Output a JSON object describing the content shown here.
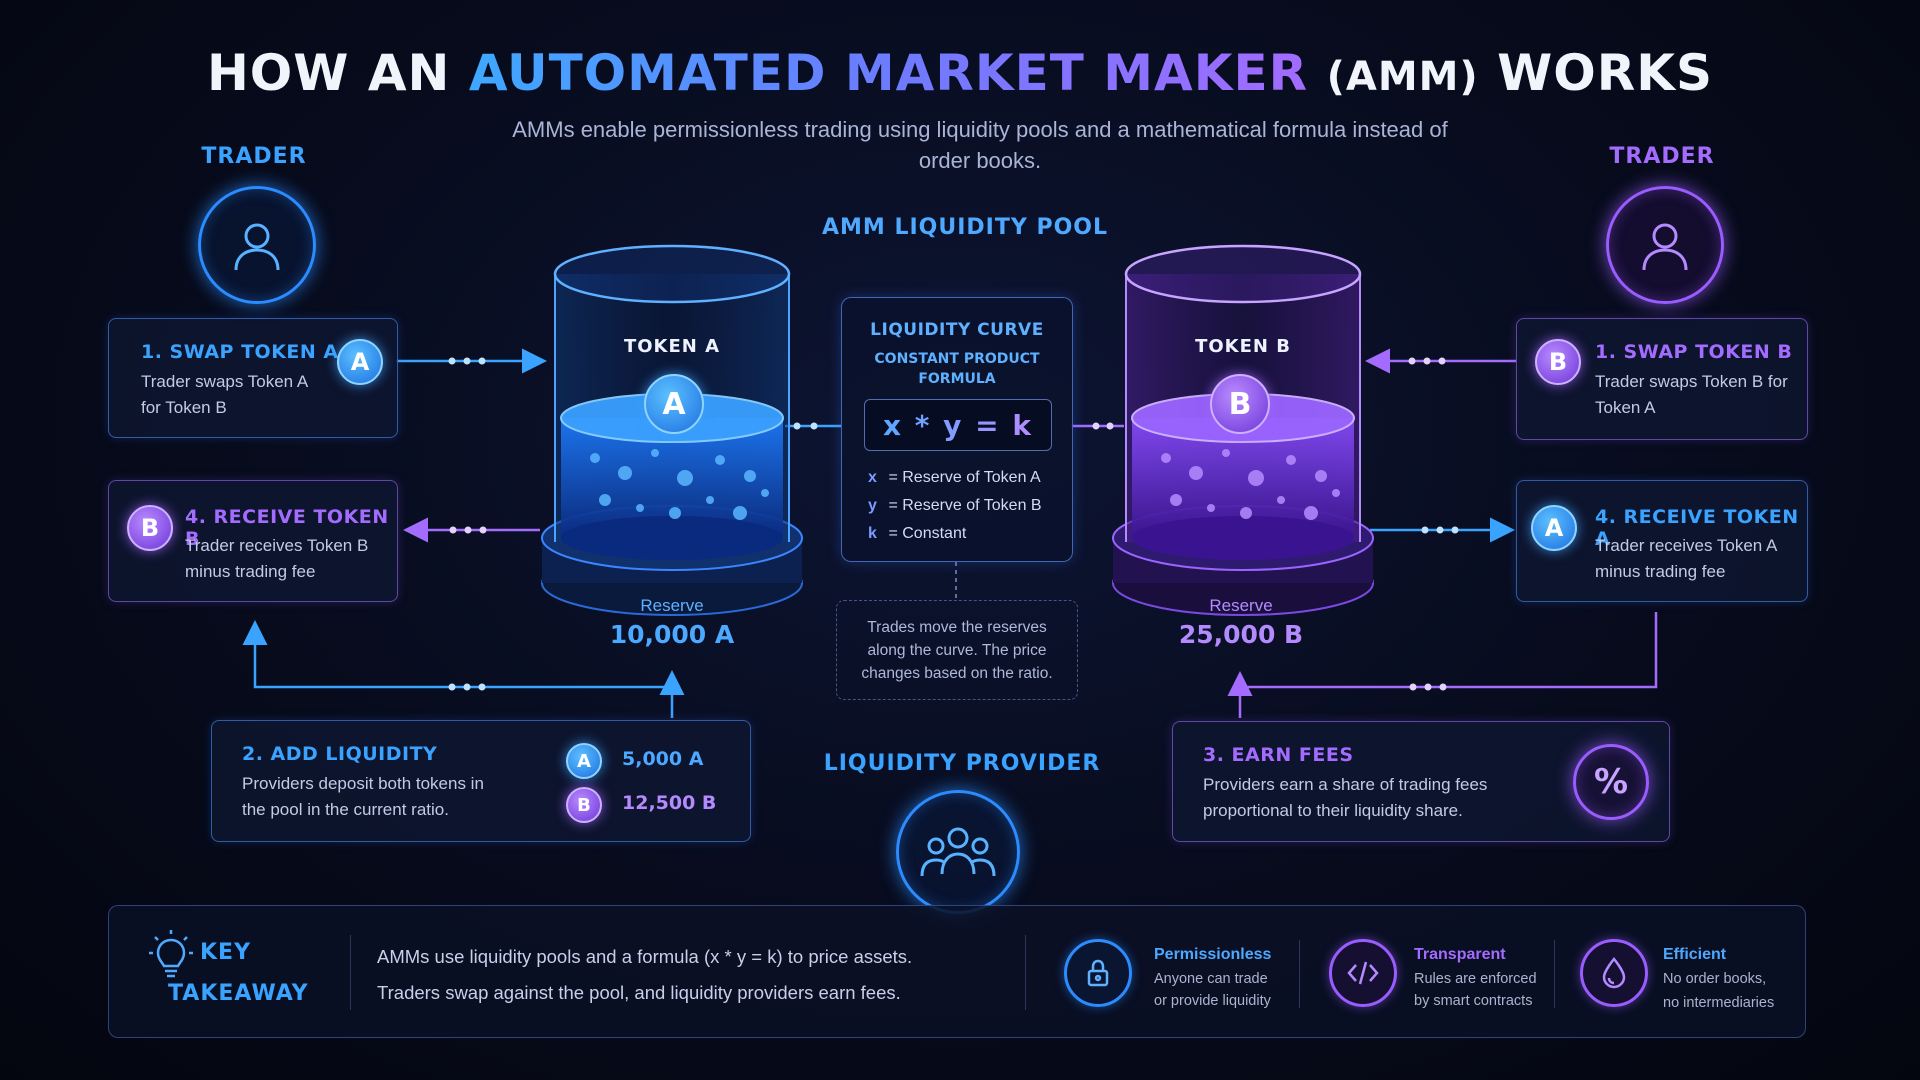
{
  "title": {
    "part1": "HOW AN ",
    "highlight": "AUTOMATED MARKET MAKER",
    "part2": "(AMM)",
    "part3": " WORKS"
  },
  "subtitle": "AMMs enable permissionless trading using liquidity pools and a mathematical formula instead of order books.",
  "trader_left": {
    "label": "TRADER",
    "icon": "user-icon"
  },
  "trader_right": {
    "label": "TRADER",
    "icon": "user-icon"
  },
  "pool_section_label": "AMM LIQUIDITY POOL",
  "step_swap_a": {
    "title": "1. SWAP TOKEN A",
    "text": "Trader swaps Token A for Token B",
    "badge": "A"
  },
  "step_receive_b": {
    "title": "4. RECEIVE TOKEN B",
    "text": "Trader receives Token B minus trading fee",
    "badge": "B"
  },
  "step_swap_b": {
    "title": "1. SWAP TOKEN B",
    "text": "Trader swaps Token B for Token A",
    "badge": "B"
  },
  "step_receive_a": {
    "title": "4. RECEIVE TOKEN A",
    "text": "Trader receives Token A minus trading fee",
    "badge": "A"
  },
  "pool_a": {
    "label": "TOKEN A",
    "badge": "A",
    "reserve_label": "Reserve",
    "reserve_value": "10,000 A"
  },
  "pool_b": {
    "label": "TOKEN B",
    "badge": "B",
    "reserve_label": "Reserve",
    "reserve_value": "25,000 B"
  },
  "curve": {
    "title": "LIQUIDITY CURVE",
    "subtitle": "CONSTANT PRODUCT FORMULA",
    "formula": "x * y = k",
    "legend": [
      {
        "key": "x",
        "text": "= Reserve of Token A"
      },
      {
        "key": "y",
        "text": "= Reserve of Token B"
      },
      {
        "key": "k",
        "text": "= Constant"
      }
    ]
  },
  "curve_note": "Trades move the reserves along the curve. The price changes based on the ratio.",
  "add_liquidity": {
    "title": "2. ADD LIQUIDITY",
    "text": "Providers deposit both tokens in the pool in the current ratio.",
    "amount_a_badge": "A",
    "amount_a": "5,000 A",
    "amount_b_badge": "B",
    "amount_b": "12,500 B"
  },
  "earn_fees": {
    "title": "3. EARN FEES",
    "text": "Providers earn a share of trading fees proportional to their liquidity share.",
    "icon": "percent-icon",
    "icon_glyph": "%"
  },
  "liquidity_provider": {
    "label": "LIQUIDITY PROVIDER",
    "icon": "group-icon"
  },
  "takeaway": {
    "label_line1": "KEY",
    "label_line2": "TAKEAWAY",
    "icon": "lightbulb-icon",
    "line1": "AMMs use liquidity pools and a formula (x * y = k) to price assets.",
    "line2": "Traders swap against the pool, and liquidity providers earn fees.",
    "features": [
      {
        "icon": "lock-icon",
        "title": "Permissionless",
        "text1": "Anyone can trade",
        "text2": "or provide liquidity"
      },
      {
        "icon": "code-icon",
        "title": "Transparent",
        "text1": "Rules are enforced",
        "text2": "by smart contracts"
      },
      {
        "icon": "drop-icon",
        "title": "Efficient",
        "text1": "No order books,",
        "text2": "no intermediaries"
      }
    ]
  },
  "colors": {
    "blue": "#3aa3ff",
    "purple": "#a46bff",
    "background": "#070b1c"
  }
}
